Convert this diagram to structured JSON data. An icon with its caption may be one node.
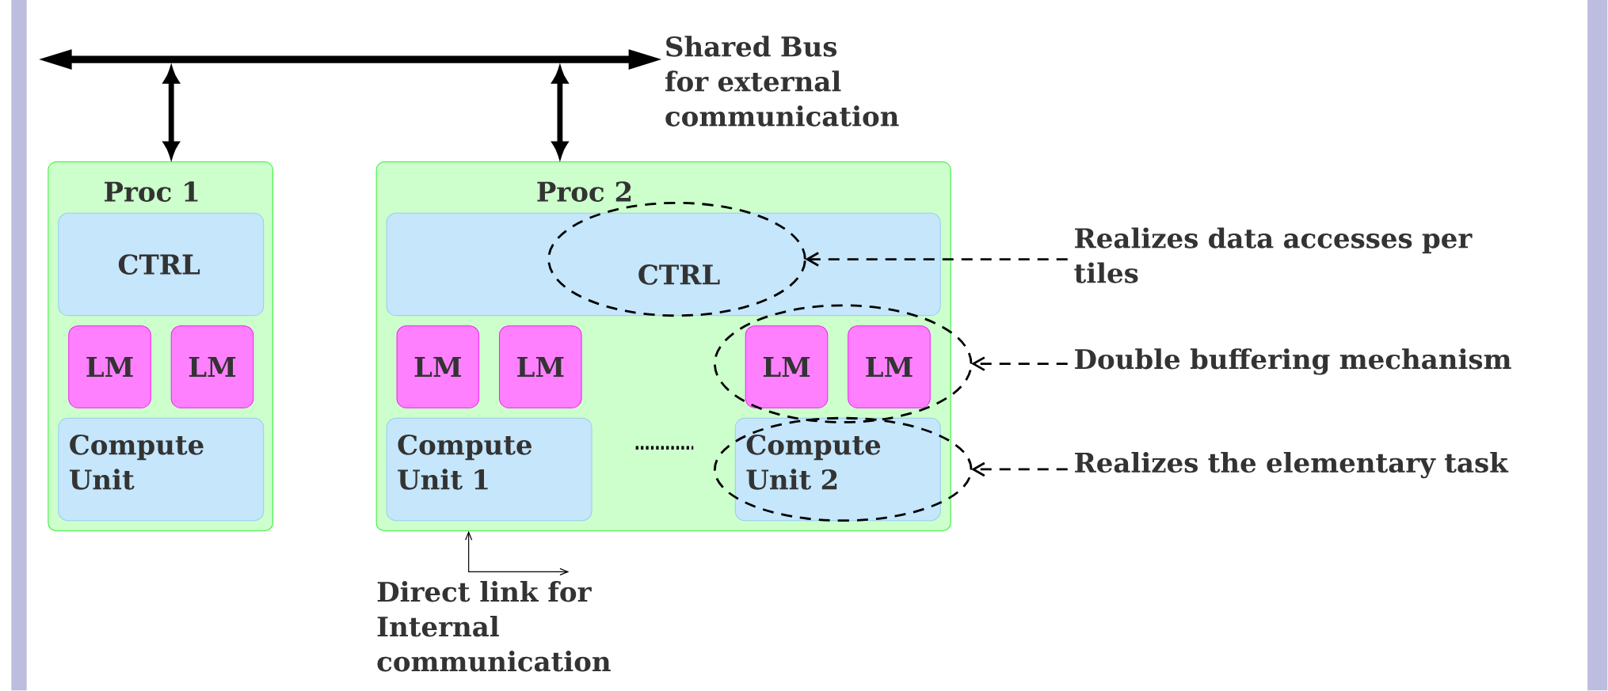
{
  "diagram": {
    "nodes": [
      {
        "text": [],
        "shape": "bar",
        "beside": [
          "Shared Bus for external communication"
        ]
      },
      {
        "text": [
          "Proc 1"
        ]
      },
      {
        "text": [
          "CTRL"
        ],
        "in": 1
      },
      {
        "text": [
          "LM"
        ],
        "in": 1
      },
      {
        "text": [
          "LM"
        ],
        "in": 1
      },
      {
        "text": [
          "Compute Unit"
        ],
        "in": 1
      },
      {
        "text": [
          "Proc 2"
        ]
      },
      {
        "text": [],
        "shape": "box",
        "in": 6
      },
      {
        "text": [
          "LM"
        ],
        "in": 6
      },
      {
        "text": [
          "LM"
        ],
        "in": 6
      },
      {
        "text": [
          "LM"
        ],
        "in": 15
      },
      {
        "text": [
          "LM"
        ],
        "in": 15
      },
      {
        "text": [
          "Compute Unit 1"
        ],
        "in": 6
      },
      {
        "text": [
          "Compute Unit 2"
        ],
        "in": 16
      },
      {
        "text": [
          "CTRL"
        ],
        "in": 6
      },
      {
        "text": [],
        "shape": "ellipse"
      },
      {
        "text": [],
        "shape": "ellipse"
      },
      {
        "text": [
          "Realizes data accesses per tiles"
        ]
      },
      {
        "text": [
          "Double buffering mechanism"
        ]
      },
      {
        "text": [
          "Realizes the elementary task"
        ]
      },
      {
        "text": [
          "Direct link for Internal communication"
        ]
      }
    ],
    "edges": [
      {
        "from": 0,
        "to": 1,
        "arrow": "both",
        "style": "thick"
      },
      {
        "from": 0,
        "to": 6,
        "arrow": "both",
        "style": "thick"
      },
      {
        "from": 17,
        "to": 14,
        "arrow": "to",
        "style": "dashed"
      },
      {
        "from": 18,
        "to": 15,
        "arrow": "to",
        "style": "dashed"
      },
      {
        "from": 19,
        "to": 16,
        "arrow": "to",
        "style": "dashed"
      },
      {
        "from": 20,
        "to": 6,
        "arrow": "both"
      }
    ]
  }
}
